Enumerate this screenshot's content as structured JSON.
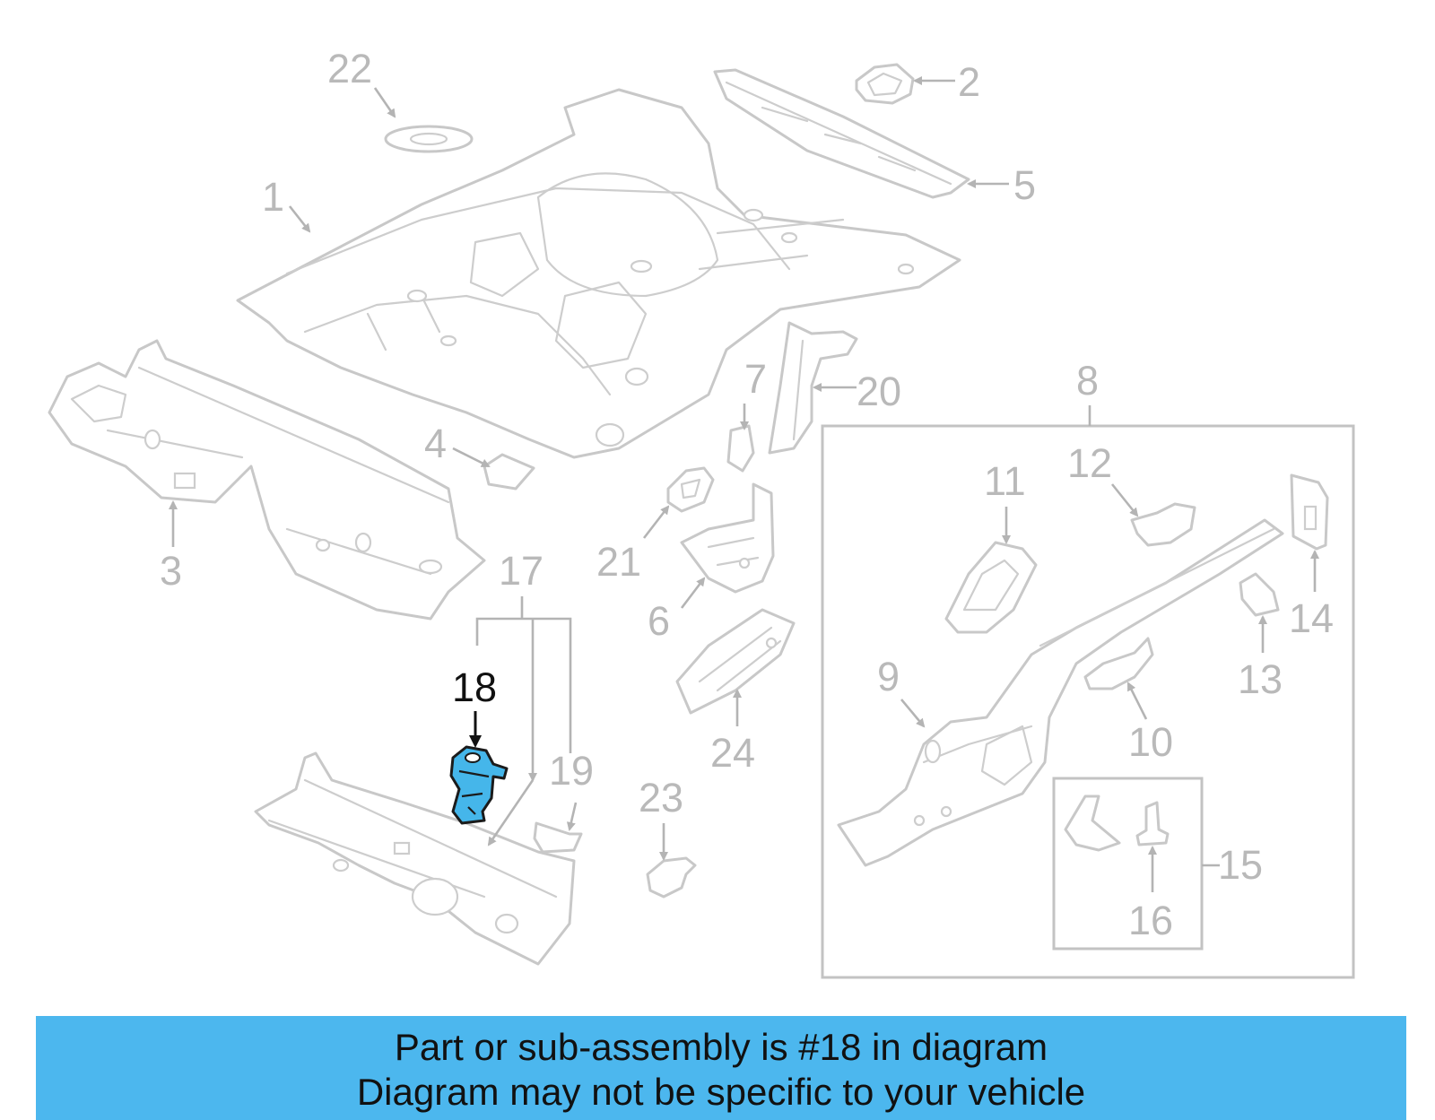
{
  "callouts": {
    "c1": "1",
    "c2": "2",
    "c3": "3",
    "c4": "4",
    "c5": "5",
    "c6": "6",
    "c7": "7",
    "c8": "8",
    "c9": "9",
    "c10": "10",
    "c11": "11",
    "c12": "12",
    "c13": "13",
    "c14": "14",
    "c15": "15",
    "c16": "16",
    "c17": "17",
    "c18": "18",
    "c19": "19",
    "c20": "20",
    "c21": "21",
    "c22": "22",
    "c23": "23",
    "c24": "24"
  },
  "highlight": {
    "part_number": "18",
    "color": "#45b6ea"
  },
  "banner": {
    "line1": "Part or sub-assembly is #18 in diagram",
    "line2": "Diagram may not be specific to your vehicle",
    "background": "#4cb7ee"
  }
}
